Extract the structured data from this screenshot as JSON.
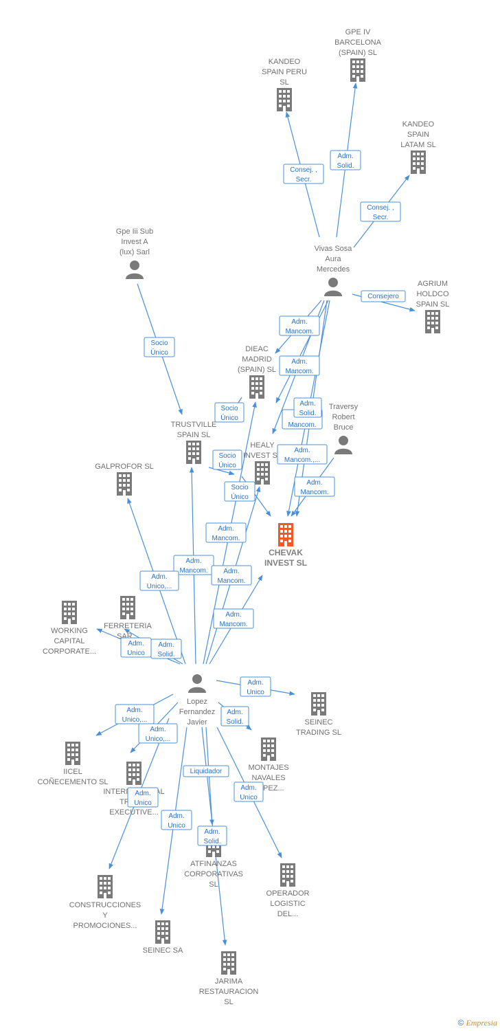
{
  "colors": {
    "edge": "#4a90d9",
    "node": "#7a7a7a",
    "focus": "#f05a28",
    "label": "#707070"
  },
  "nodes": [
    {
      "id": "gpe4",
      "type": "company",
      "lines": [
        "GPE IV",
        "BARCELONA",
        "(SPAIN)  SL"
      ]
    },
    {
      "id": "kandeo_peru",
      "type": "company",
      "lines": [
        "KANDEO",
        "SPAIN PERU",
        "SL"
      ]
    },
    {
      "id": "kandeo_latam",
      "type": "company",
      "lines": [
        "KANDEO",
        "SPAIN",
        "LATAM  SL"
      ]
    },
    {
      "id": "vivas",
      "type": "person",
      "lines": [
        "Vivas Sosa",
        "Aura",
        "Mercedes"
      ]
    },
    {
      "id": "agrium",
      "type": "company",
      "lines": [
        "AGRIUM",
        "HOLDCO",
        "SPAIN SL"
      ]
    },
    {
      "id": "gpe3",
      "type": "person",
      "lines": [
        "Gpe Iii Sub",
        "Invest A",
        "(lux) Sarl"
      ]
    },
    {
      "id": "dieac",
      "type": "company",
      "lines": [
        "DIEAC",
        "MADRID",
        "(SPAIN)  SL"
      ]
    },
    {
      "id": "traversy",
      "type": "person",
      "lines": [
        "Traversy",
        "Robert",
        "Bruce"
      ]
    },
    {
      "id": "trustville",
      "type": "company",
      "lines": [
        "TRUSTVILLE",
        "SPAIN  SL"
      ]
    },
    {
      "id": "healy",
      "type": "company",
      "lines": [
        "HEALY",
        "INVEST  SL"
      ]
    },
    {
      "id": "galprofor",
      "type": "company",
      "lines": [
        "GALPROFOR SL"
      ]
    },
    {
      "id": "chevak",
      "type": "focus",
      "lines": [
        "CHEVAK",
        "INVEST  SL"
      ]
    },
    {
      "id": "working",
      "type": "company",
      "lines": [
        "WORKING",
        "CAPITAL",
        "CORPORATE..."
      ]
    },
    {
      "id": "ferreteria",
      "type": "company",
      "lines": [
        "FERRETERIA",
        "SAR..."
      ]
    },
    {
      "id": "lopez",
      "type": "person",
      "lines": [
        "Lopez",
        "Fernandez",
        "Javier"
      ]
    },
    {
      "id": "seinec_trading",
      "type": "company",
      "lines": [
        "SEINEC",
        "TRADING SL"
      ]
    },
    {
      "id": "iicel",
      "type": "company",
      "lines": [
        "IICEL",
        "COÑECEMENTO SL"
      ]
    },
    {
      "id": "montajes",
      "type": "company",
      "lines": [
        "MONTAJES",
        "NAVALES",
        "LÓPEZ..."
      ]
    },
    {
      "id": "international",
      "type": "company",
      "lines": [
        "INTERNACIONAL",
        "TRAVEL",
        "EXECUTIVE..."
      ]
    },
    {
      "id": "atfinanzas",
      "type": "company",
      "lines": [
        "ATFINANZAS",
        "CORPORATIVAS",
        "SL"
      ]
    },
    {
      "id": "operador",
      "type": "company",
      "lines": [
        "OPERADOR",
        "LOGISTIC",
        "DEL..."
      ]
    },
    {
      "id": "construcciones",
      "type": "company",
      "lines": [
        "CONSTRUCCIONES",
        "Y",
        "PROMOCIONES..."
      ]
    },
    {
      "id": "seinec_sa",
      "type": "company",
      "lines": [
        "SEINEC SA"
      ]
    },
    {
      "id": "jarima",
      "type": "company",
      "lines": [
        "JARIMA",
        "RESTAURACION",
        "SL"
      ]
    }
  ],
  "edges": [
    {
      "lines": [
        "Consej. ,",
        "Secr."
      ]
    },
    {
      "lines": [
        "Adm.",
        "Solid."
      ]
    },
    {
      "lines": [
        "Consej. ,",
        "Secr."
      ]
    },
    {
      "lines": [
        "Consejero"
      ]
    },
    {
      "lines": [
        "Adm.",
        "Mancom."
      ]
    },
    {
      "lines": [
        "Adm.",
        "Mancom."
      ]
    },
    {
      "lines": [
        "Adm.",
        "Mancom."
      ]
    },
    {
      "lines": [
        "Adm.",
        "Solid."
      ]
    },
    {
      "lines": [
        "Adm.",
        "Mancom.,..."
      ]
    },
    {
      "lines": [
        "Adm.",
        "Mancom."
      ]
    },
    {
      "lines": [
        "Socio",
        "Único"
      ]
    },
    {
      "lines": [
        "Socio",
        "Único"
      ]
    },
    {
      "lines": [
        "Socio",
        "Único"
      ]
    },
    {
      "lines": [
        "Socio",
        "Único"
      ]
    },
    {
      "lines": [
        "Adm.",
        "Mancom."
      ]
    },
    {
      "lines": [
        "Adm.",
        "Mancom."
      ]
    },
    {
      "lines": [
        "Adm.",
        "Mancom."
      ]
    },
    {
      "lines": [
        "Adm.",
        "Mancom."
      ]
    },
    {
      "lines": [
        "Adm.",
        "Unico,..."
      ]
    },
    {
      "lines": [
        "Adm.",
        "Unico"
      ]
    },
    {
      "lines": [
        "Adm.",
        "Solid."
      ]
    },
    {
      "lines": [
        "Adm.",
        "Unico"
      ]
    },
    {
      "lines": [
        "Adm.",
        "Solid."
      ]
    },
    {
      "lines": [
        "Adm.",
        "Unico,..."
      ]
    },
    {
      "lines": [
        "Adm.",
        "Unico,..."
      ]
    },
    {
      "lines": [
        "Liquidador"
      ]
    },
    {
      "lines": [
        "Adm.",
        "Unico"
      ]
    },
    {
      "lines": [
        "Adm.",
        "Unico"
      ]
    },
    {
      "lines": [
        "Adm.",
        "Unico"
      ]
    },
    {
      "lines": [
        "Adm.",
        "Solid."
      ]
    }
  ],
  "footer": {
    "copyright": "©",
    "brand": "Empresia"
  }
}
